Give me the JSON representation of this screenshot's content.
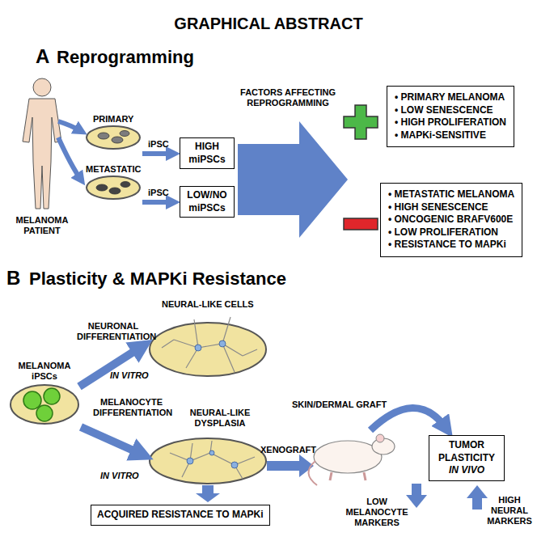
{
  "diagram": {
    "title": "GRAPHICAL ABSTRACT",
    "nodes": [
      {
        "text": [
          "HIGH miPSCs"
        ]
      },
      {
        "text": [
          "LOW/NO miPSCs"
        ]
      },
      {
        "text": [
          "• PRIMARY MELANOMA",
          "• LOW SENESCENCE",
          "• HIGH PROLIFERATION",
          "• MAPKi-SENSITIVE"
        ]
      },
      {
        "text": [
          "• METASTATIC MELANOMA",
          "• HIGH SENESCENCE",
          "• ONCOGENIC BRAFV600E",
          "• LOW PROLIFERATION",
          "• RESISTANCE TO MAPKi"
        ]
      },
      {
        "text": [
          "TUMOR PLASTICITY",
          "IN VIVO"
        ]
      },
      {
        "text": [
          "ACQUIRED RESISTANCE TO MAPKi"
        ]
      }
    ],
    "labels": [
      "A",
      "Reprogramming",
      "MELANOMA PATIENT",
      "PRIMARY",
      "METASTATIC",
      "iPSC",
      "iPSC",
      "FACTORS AFFECTING REPROGRAMMING",
      "B",
      "Plasticity & MAPKi Resistance",
      "NEURAL-LIKE CELLS",
      "NEURONAL DIFFERENTIATION",
      "IN VITRO",
      "MELANOMA iPSCs",
      "MELANOCYTE DIFFERENTIATION",
      "IN VITRO",
      "NEURAL-LIKE DYSPLASIA",
      "XENOGRAFT",
      "SKIN/DERMAL GRAFT",
      "LOW MELANOCYTE MARKERS",
      "HIGH NEURAL MARKERS"
    ]
  }
}
